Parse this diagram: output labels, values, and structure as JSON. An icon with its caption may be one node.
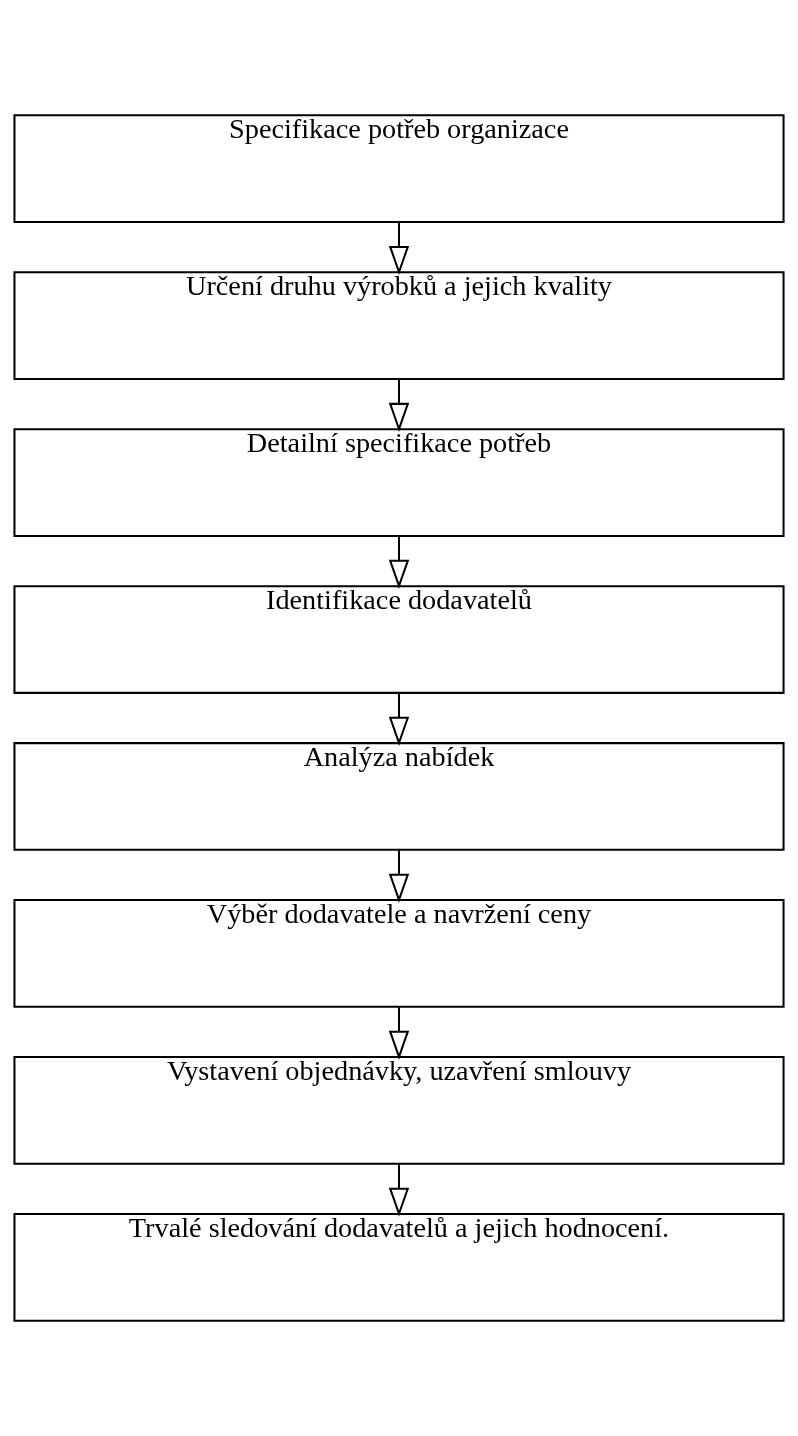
{
  "diagram": {
    "nodes": [
      {
        "text": [
          "Specifikace potřeb organizace"
        ]
      },
      {
        "text": [
          "Určení druhu výrobků a jejich kvality"
        ]
      },
      {
        "text": [
          "Detailní specifikace potřeb"
        ]
      },
      {
        "text": [
          "Identifikace dodavatelů"
        ]
      },
      {
        "text": [
          "Analýza nabídek"
        ]
      },
      {
        "text": [
          "Výběr dodavatele a navržení ceny"
        ]
      },
      {
        "text": [
          "Vystavení objednávky, uzavření smlouvy"
        ]
      },
      {
        "text": [
          "Trvalé sledování dodavatelů a jejich hodnocení."
        ]
      }
    ],
    "edges": [
      {
        "from": 0,
        "to": 1,
        "arrow": "to"
      },
      {
        "from": 1,
        "to": 2,
        "arrow": "to"
      },
      {
        "from": 2,
        "to": 3,
        "arrow": "to"
      },
      {
        "from": 3,
        "to": 4,
        "arrow": "to"
      },
      {
        "from": 4,
        "to": 5,
        "arrow": "to"
      },
      {
        "from": 5,
        "to": 6,
        "arrow": "to"
      },
      {
        "from": 6,
        "to": 7,
        "arrow": "to"
      }
    ]
  }
}
